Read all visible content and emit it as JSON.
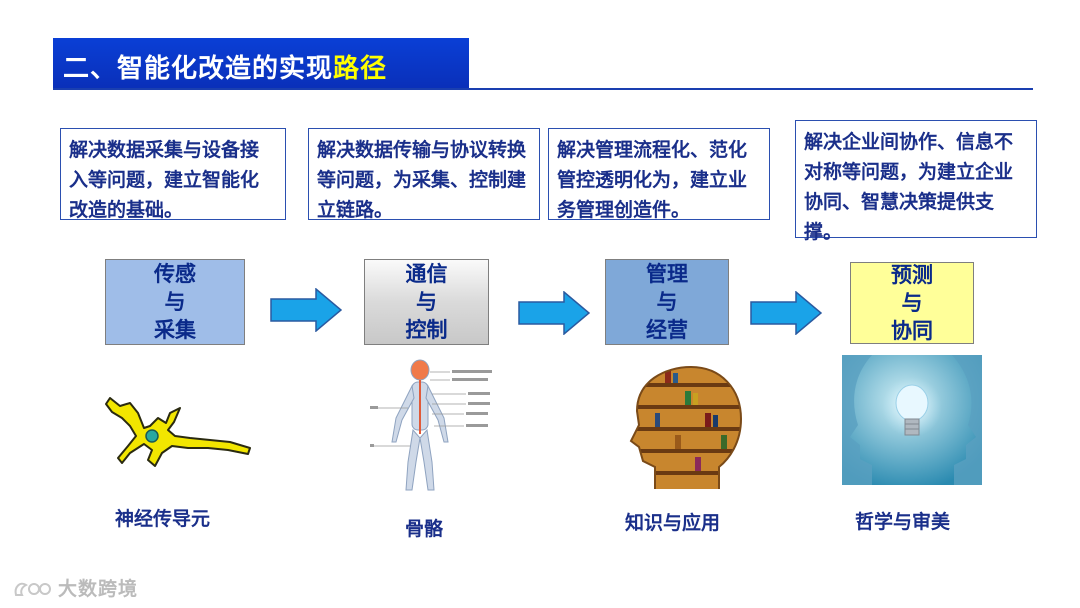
{
  "title": {
    "prefix": "二、智能化改造的实现",
    "highlight": "路径"
  },
  "descriptions": [
    "解决数据采集与设备接入等问题，建立智能化改造的基础。",
    "解决数据传输与协议转换等问题，为采集、控制建立链路。",
    "解决管理流程化、范化管控透明化为，建立业务管理创造件。",
    "解决企业间协作、信息不对称等问题，为建立企业协同、智慧决策提供支撑。"
  ],
  "stages": [
    {
      "line1": "传感",
      "line2": "与",
      "line3": "采集"
    },
    {
      "line1": "通信",
      "line2": "与",
      "line3": "控制"
    },
    {
      "line1": "管理",
      "line2": "与",
      "line3": "经营"
    },
    {
      "line1": "预测",
      "line2": "与",
      "line3": "协同"
    }
  ],
  "captions": [
    "神经传导元",
    "骨骼",
    "知识与应用",
    "哲学与审美"
  ],
  "watermark": "大数跨境",
  "colors": {
    "title_bg": "#0a3fd6",
    "title_highlight": "#ffff00",
    "arrow": "#1aa3e8",
    "stage1": "#9fbde8",
    "stage3": "#7fa8d8",
    "stage4": "#ffff99"
  },
  "icons": [
    "neuron-image",
    "skeleton-image",
    "bookshelf-head-image",
    "lightbulb-head-image",
    "arrow-right-icon"
  ]
}
